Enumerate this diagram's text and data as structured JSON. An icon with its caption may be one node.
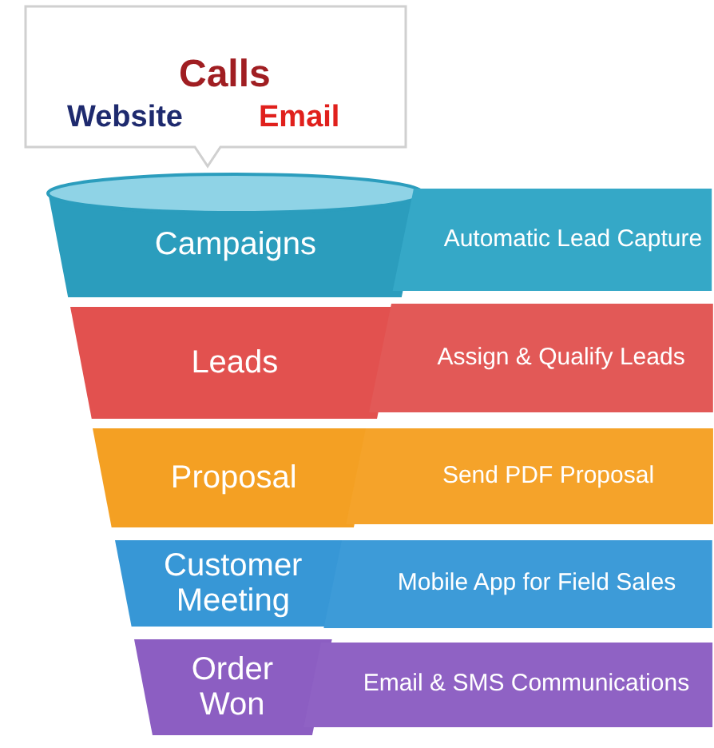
{
  "diagram": {
    "nodes": [
      {
        "text": [
          "Calls",
          "Website",
          "Email"
        ]
      },
      {
        "text": [
          "Campaigns"
        ]
      },
      {
        "text": [
          "Automatic Lead Capture"
        ]
      },
      {
        "text": [
          "Leads"
        ]
      },
      {
        "text": [
          "Assign & Qualify Leads"
        ]
      },
      {
        "text": [
          "Proposal"
        ]
      },
      {
        "text": [
          "Send PDF Proposal"
        ]
      },
      {
        "text": [
          "Customer Meeting"
        ]
      },
      {
        "text": [
          "Mobile App for Field Sales"
        ]
      },
      {
        "text": [
          "Order Won"
        ]
      },
      {
        "text": [
          "Email & SMS Communications"
        ]
      }
    ],
    "edges": []
  }
}
